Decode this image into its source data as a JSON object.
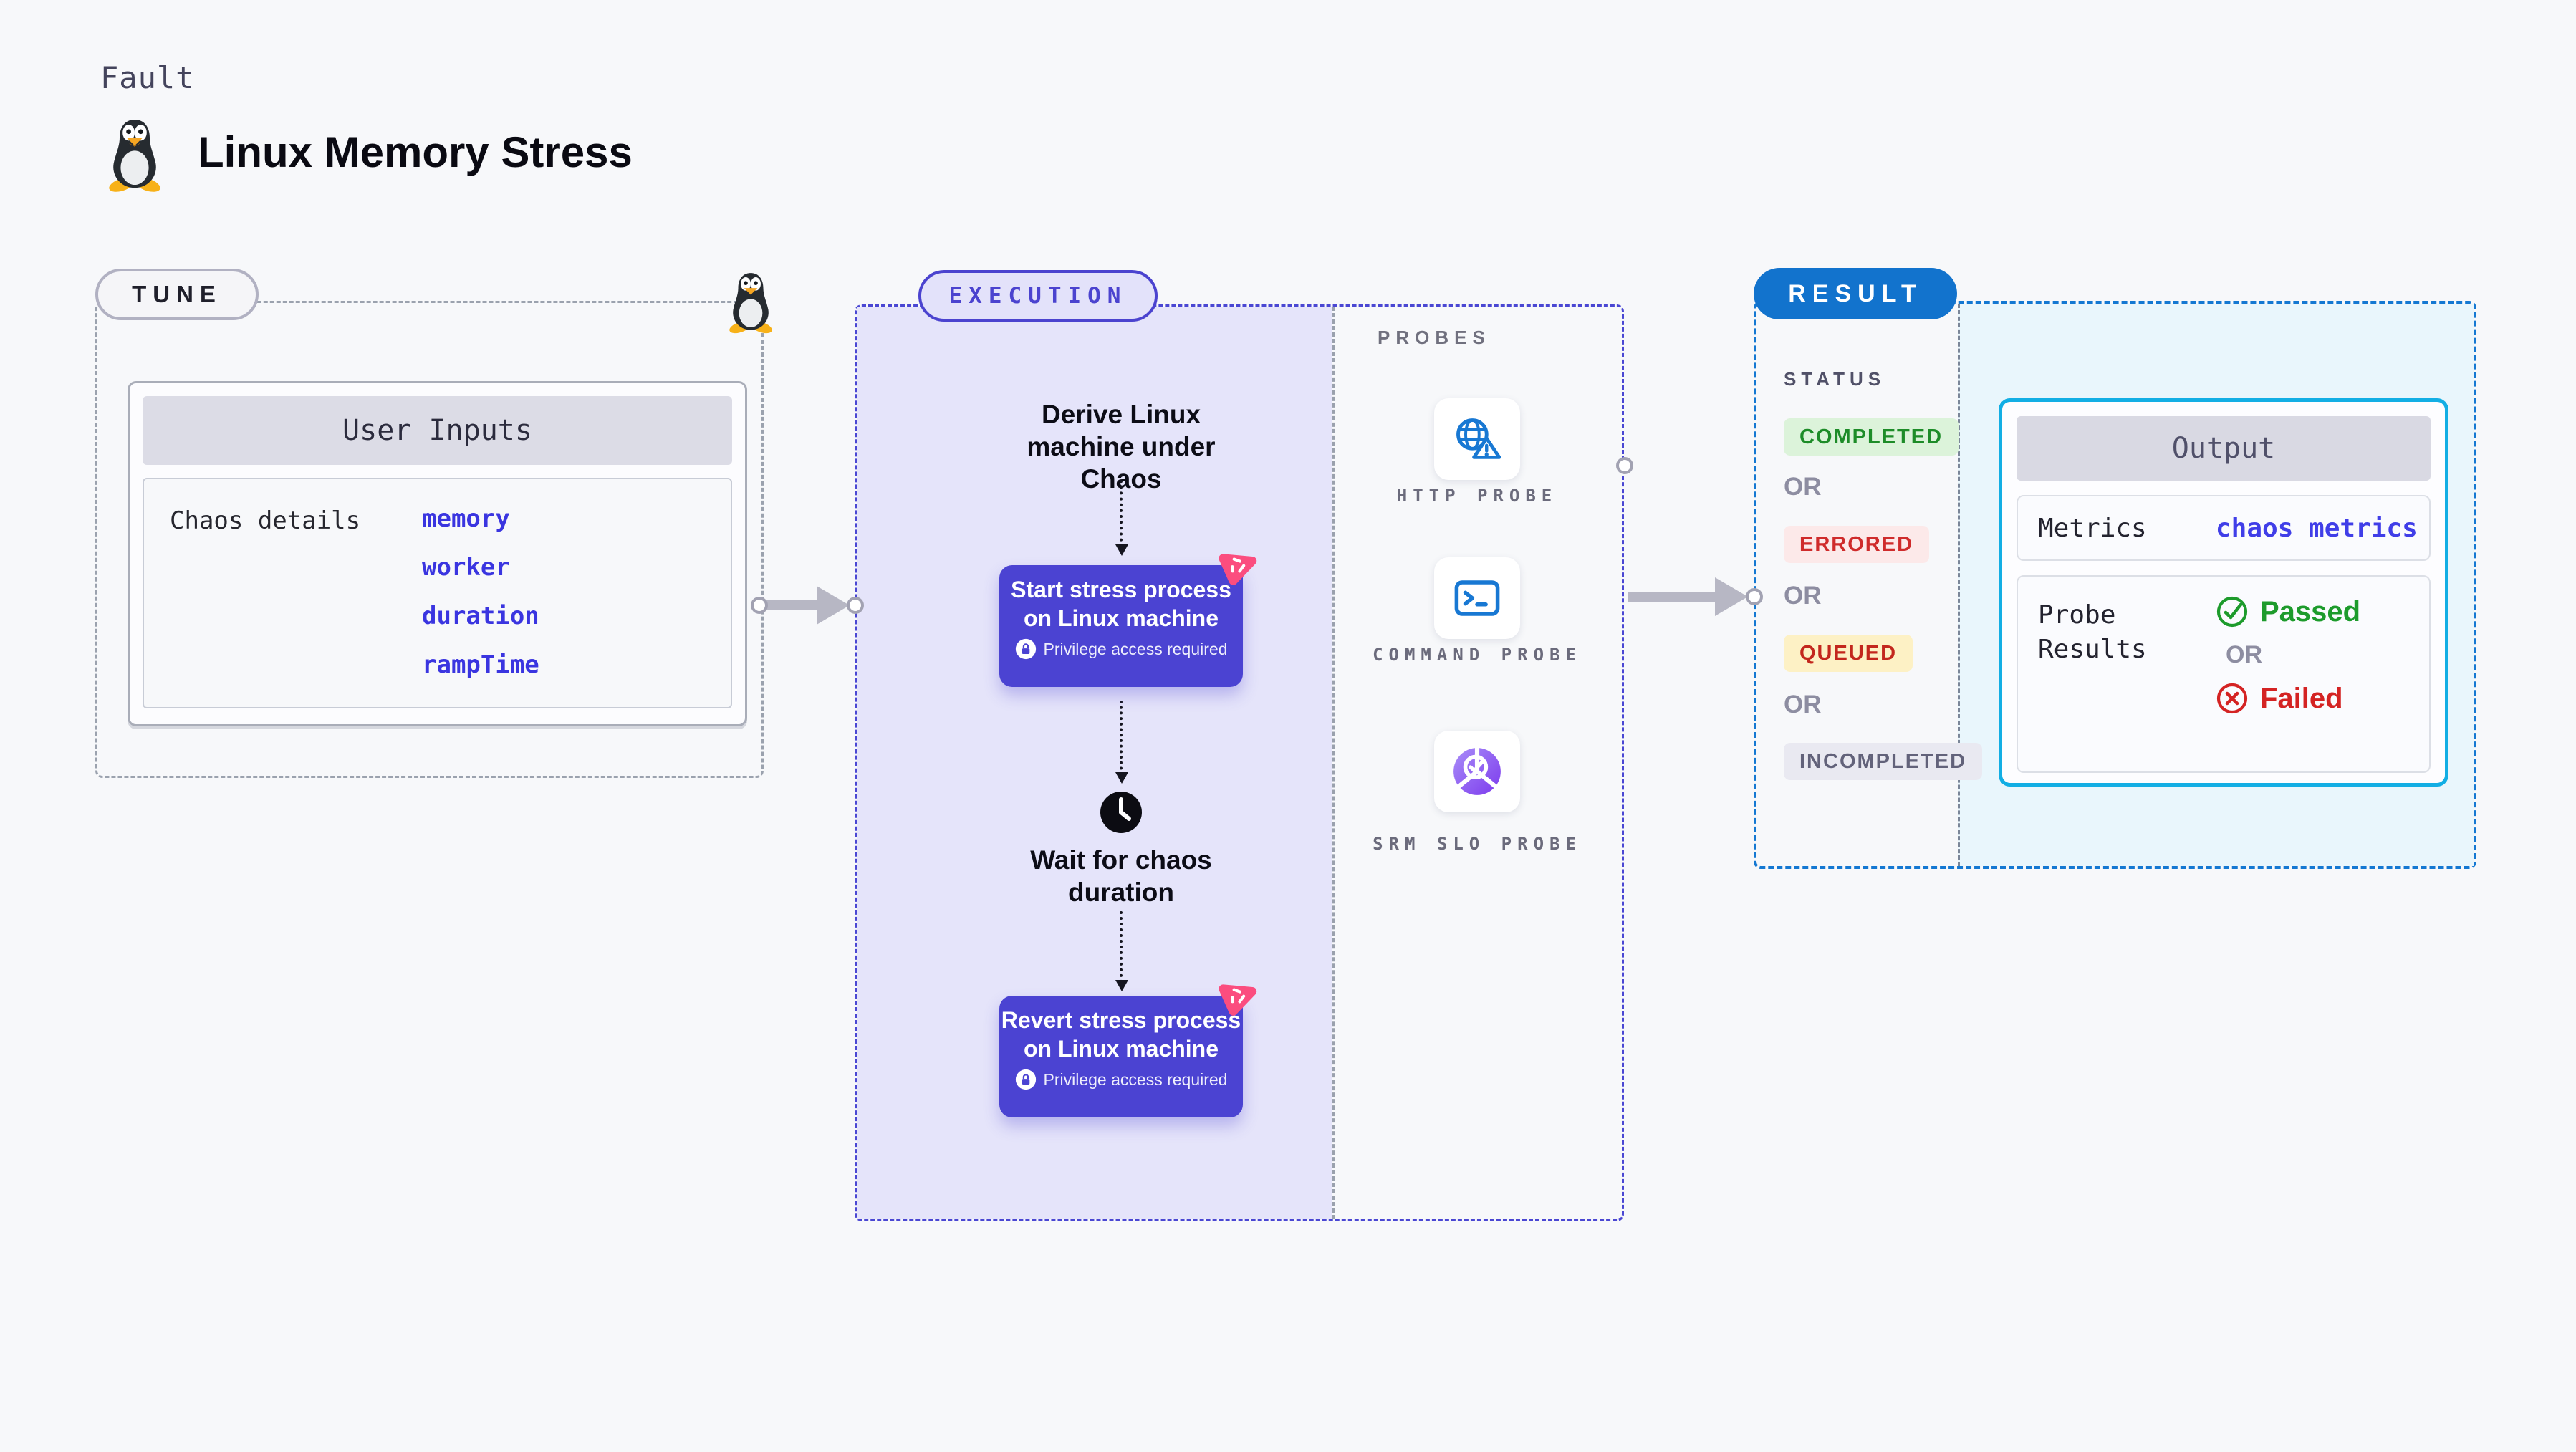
{
  "page": {
    "kicker": "Fault",
    "title": "Linux Memory Stress"
  },
  "tune": {
    "pill": "TUNE",
    "card_header": "User Inputs",
    "row_label": "Chaos details",
    "params": [
      "memory",
      "worker",
      "duration",
      "rampTime"
    ]
  },
  "execution": {
    "pill": "EXECUTION",
    "derive": "Derive Linux machine under Chaos",
    "start": {
      "title": "Start stress process on Linux machine",
      "badge": "Privilege access required"
    },
    "wait": "Wait for chaos duration",
    "revert": {
      "title": "Revert stress process on Linux machine",
      "badge": "Privilege access required"
    }
  },
  "probes": {
    "heading": "PROBES",
    "items": [
      {
        "label": "HTTP PROBE",
        "icon": "globe-warning-icon"
      },
      {
        "label": "COMMAND PROBE",
        "icon": "terminal-icon"
      },
      {
        "label": "SRM SLO PROBE",
        "icon": "slo-donut-icon"
      }
    ]
  },
  "result": {
    "pill": "RESULT",
    "status_heading": "STATUS",
    "or": "OR",
    "statuses": [
      "COMPLETED",
      "ERRORED",
      "QUEUED",
      "INCOMPLETED"
    ],
    "output": {
      "header": "Output",
      "metrics_label": "Metrics",
      "metrics_value": "chaos metrics",
      "probe_label": "Probe Results",
      "passed": "Passed",
      "failed": "Failed"
    }
  },
  "colors": {
    "indigo": "#4b43d2",
    "lavender": "#e5e4fa",
    "pink": "#fb4d7f",
    "result_blue": "#1273cd",
    "cyan_border": "#12aee4",
    "green": "#1d9b2c",
    "red": "#d42323",
    "link_blue": "#3a35e0",
    "probe_icon_blue": "#1878d3",
    "slo_purple": "#7c3aed"
  }
}
